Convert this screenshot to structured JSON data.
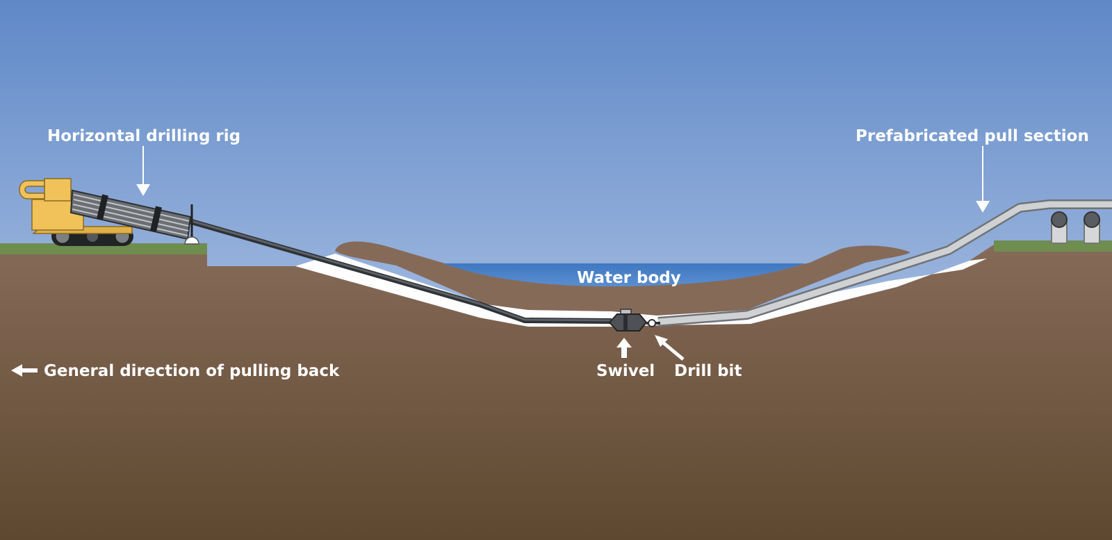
{
  "labels": {
    "rig": "Horizontal drilling rig",
    "pull_section": "Prefabricated pull section",
    "water_body": "Water body",
    "direction": "General direction of pulling back",
    "swivel": "Swivel",
    "drill_bit": "Drill bit"
  },
  "icons": {
    "direction_arrow": "arrow-left-icon",
    "rig_pointer": "arrow-down-icon",
    "pull_pointer": "arrow-down-icon",
    "swivel_pointer": "arrow-up-icon",
    "drill_bit_pointer": "arrow-up-left-icon"
  },
  "colors": {
    "sky_top": "#5f88c7",
    "sky_bottom": "#dfe8f3",
    "soil_top": "#866a58",
    "soil_bottom": "#5e4930",
    "grass": "#6e8d4f",
    "water": "#4f84c7",
    "rig": "#f1c25a",
    "drill_pipe": "#3f4347",
    "pull_pipe": "#c9cbcd",
    "label_text": "#ffffff"
  }
}
